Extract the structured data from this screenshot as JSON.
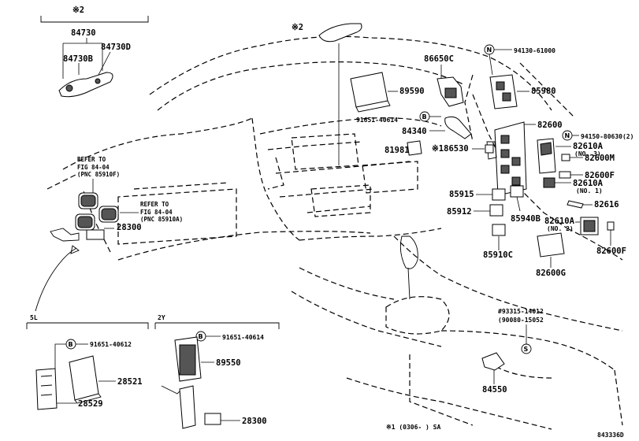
{
  "diagram_code": "843336D",
  "footnote": "※1 (0306-      ) SA",
  "mark_2": "※2",
  "group_top_left": {
    "mark": "※2",
    "parts": [
      "84730",
      "84730B",
      "84730D"
    ]
  },
  "refer_1": {
    "line1": "REFER TO",
    "line2": "FIG 84-04",
    "line3": "(PNC 85910F)"
  },
  "refer_2": {
    "line1": "REFER TO",
    "line2": "FIG 84-04",
    "line3": "(PNC 85910A)"
  },
  "labels": {
    "p28300_top": "28300",
    "p89590": "89590",
    "p86650C": "86650C",
    "p91651_top": "91651-40614",
    "p84340": "84340",
    "p81981A": "81981A",
    "p94130": "94130-61000",
    "p85980": "85980",
    "p82600": "82600",
    "p94150": "94150-80630(2)",
    "p186530": "※186530",
    "p82610A_3": "82610A",
    "no3": "(NO. 3)",
    "p82600M": "82600M",
    "p82600F_1": "82600F",
    "p82610A_1": "82610A",
    "no1": "(NO. 1)",
    "p85915": "85915",
    "p85912": "85912",
    "p85940B": "85940B",
    "p82610A_2": "82610A",
    "no2": "(NO. 2)",
    "p82616": "82616",
    "p85910C": "85910C",
    "p82600G": "82600G",
    "p82600F_2": "82600F",
    "p93315": "#93315-14012",
    "p90080": "(90080-15052",
    "p84550": "84550"
  },
  "section_5L": {
    "title": "5L",
    "bolt": "91651-40612",
    "parts": [
      "28521",
      "28529"
    ]
  },
  "section_2Y": {
    "title": "2Y",
    "bolt": "91651-40614",
    "parts": [
      "89550",
      "28300"
    ]
  },
  "badges": {
    "N": "N",
    "B": "B",
    "S": "S"
  }
}
